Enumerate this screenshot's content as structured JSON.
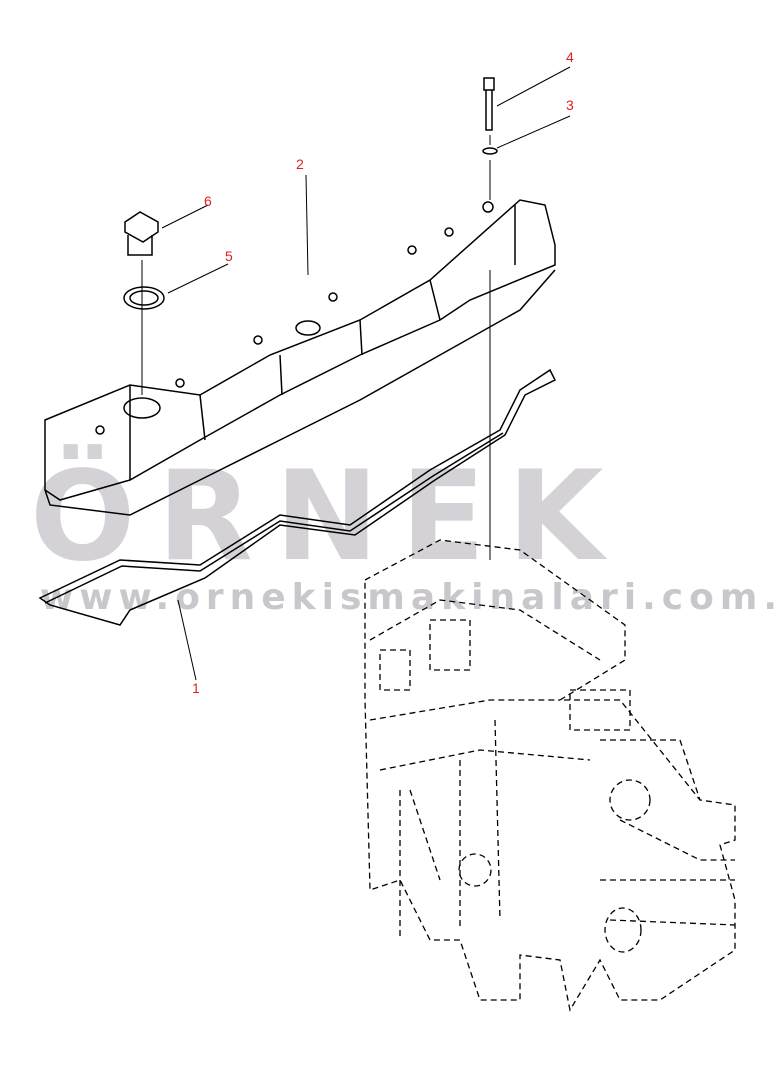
{
  "watermark": {
    "brand": "ÖRNEK",
    "url": "www.ornekismakinalari.com.tr",
    "color": "#d4d2d6"
  },
  "callouts": [
    {
      "id": "1",
      "label": "1"
    },
    {
      "id": "2",
      "label": "2"
    },
    {
      "id": "3",
      "label": "3"
    },
    {
      "id": "4",
      "label": "4"
    },
    {
      "id": "5",
      "label": "5"
    },
    {
      "id": "6",
      "label": "6"
    }
  ],
  "colors": {
    "callout": "#e02020",
    "line": "#000000"
  }
}
